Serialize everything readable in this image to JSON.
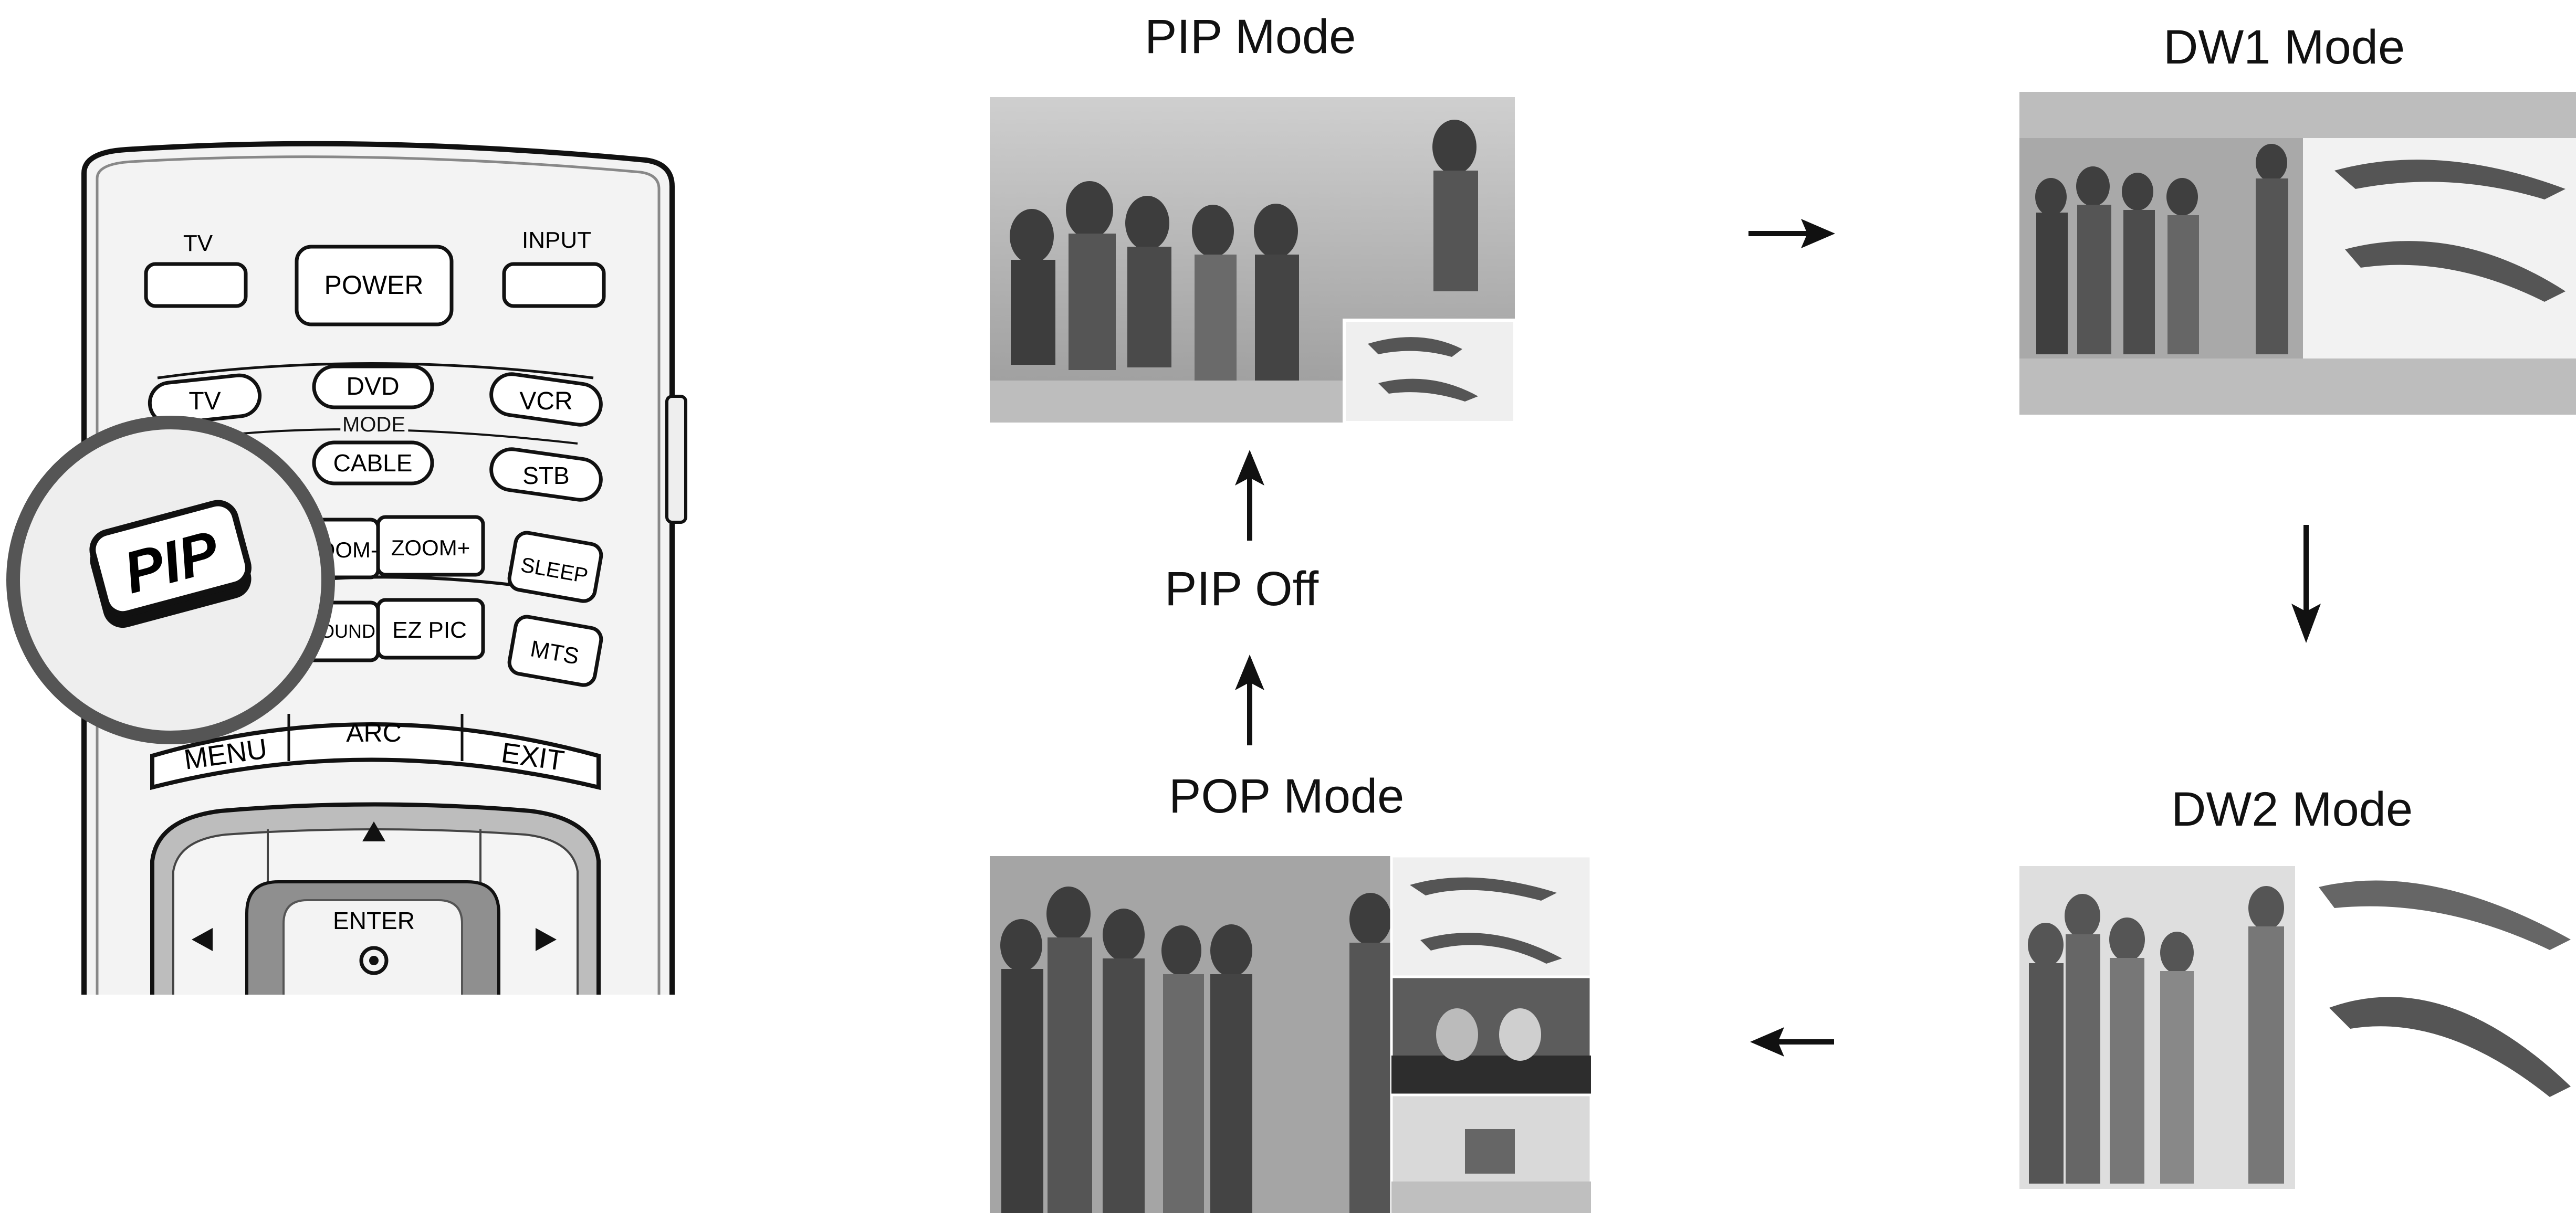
{
  "remote": {
    "buttons": {
      "tv_top": "TV",
      "power": "POWER",
      "input": "INPUT",
      "tv_mode": "TV",
      "dvd": "DVD",
      "vcr": "VCR",
      "mode": "MODE",
      "cable": "CABLE",
      "stb": "STB",
      "pip": "PIP",
      "zoom_minus": "ZOOM-",
      "zoom_plus": "ZOOM+",
      "sleep": "SLEEP",
      "sound": "SOUND",
      "ez_pic": "EZ PIC",
      "mts": "MTS",
      "menu": "MENU",
      "arc": "ARC",
      "exit": "EXIT",
      "enter": "ENTER"
    }
  },
  "modes": {
    "pip_mode": "PIP Mode",
    "dw1_mode": "DW1 Mode",
    "dw2_mode": "DW2 Mode",
    "pop_mode": "POP Mode",
    "pip_off": "PIP Off"
  }
}
